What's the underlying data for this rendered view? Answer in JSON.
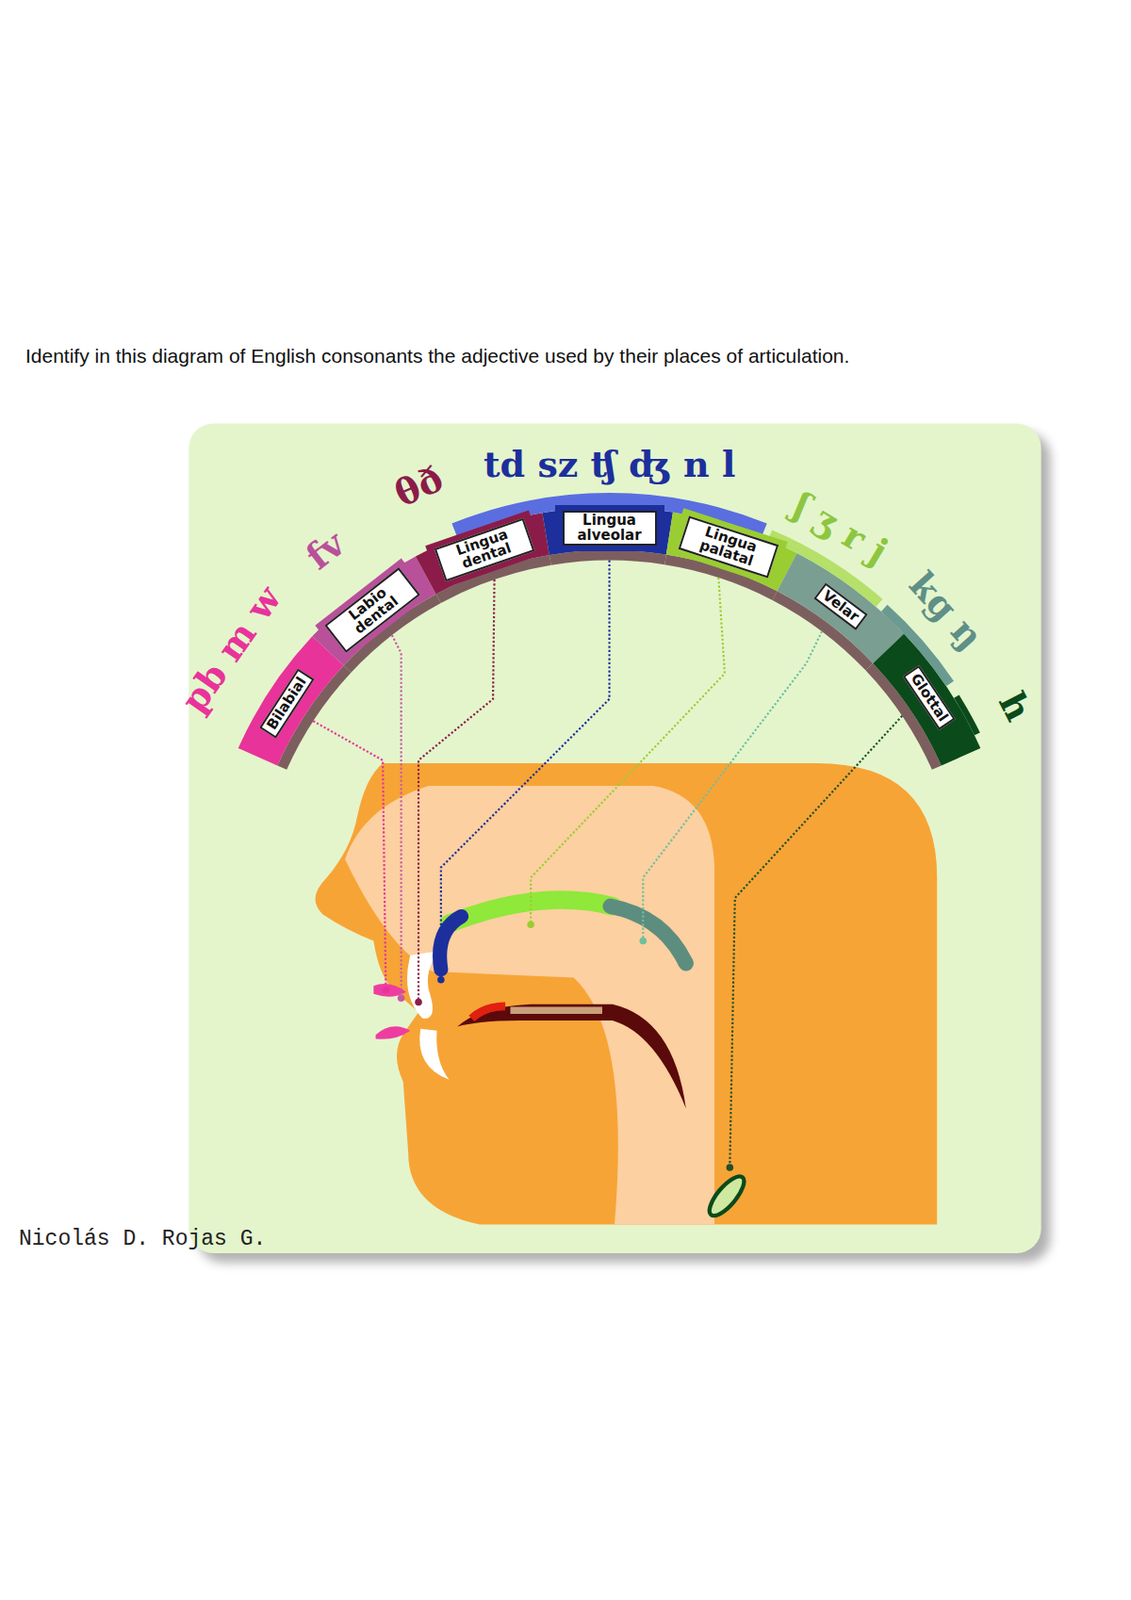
{
  "diagram": {
    "title": "Identify in this diagram of English consonants the adjective used by their places of articulation.",
    "nodes": [
      {
        "text": [
          "Bilabial"
        ]
      },
      {
        "text": [
          "Labio dental"
        ]
      },
      {
        "text": [
          "Lingua dental"
        ]
      },
      {
        "text": [
          "Lingua alveolar"
        ]
      },
      {
        "text": [
          "Lingua palatal"
        ]
      },
      {
        "text": [
          "Velar"
        ]
      },
      {
        "text": [
          "Glottal"
        ]
      }
    ],
    "labels": [
      "pb m w",
      "fv",
      "θð",
      "td sz ʧ ʤ n l",
      "ʃ ʒ r j",
      "kg ŋ",
      "h",
      "Nicolás D. Rojas G."
    ]
  }
}
